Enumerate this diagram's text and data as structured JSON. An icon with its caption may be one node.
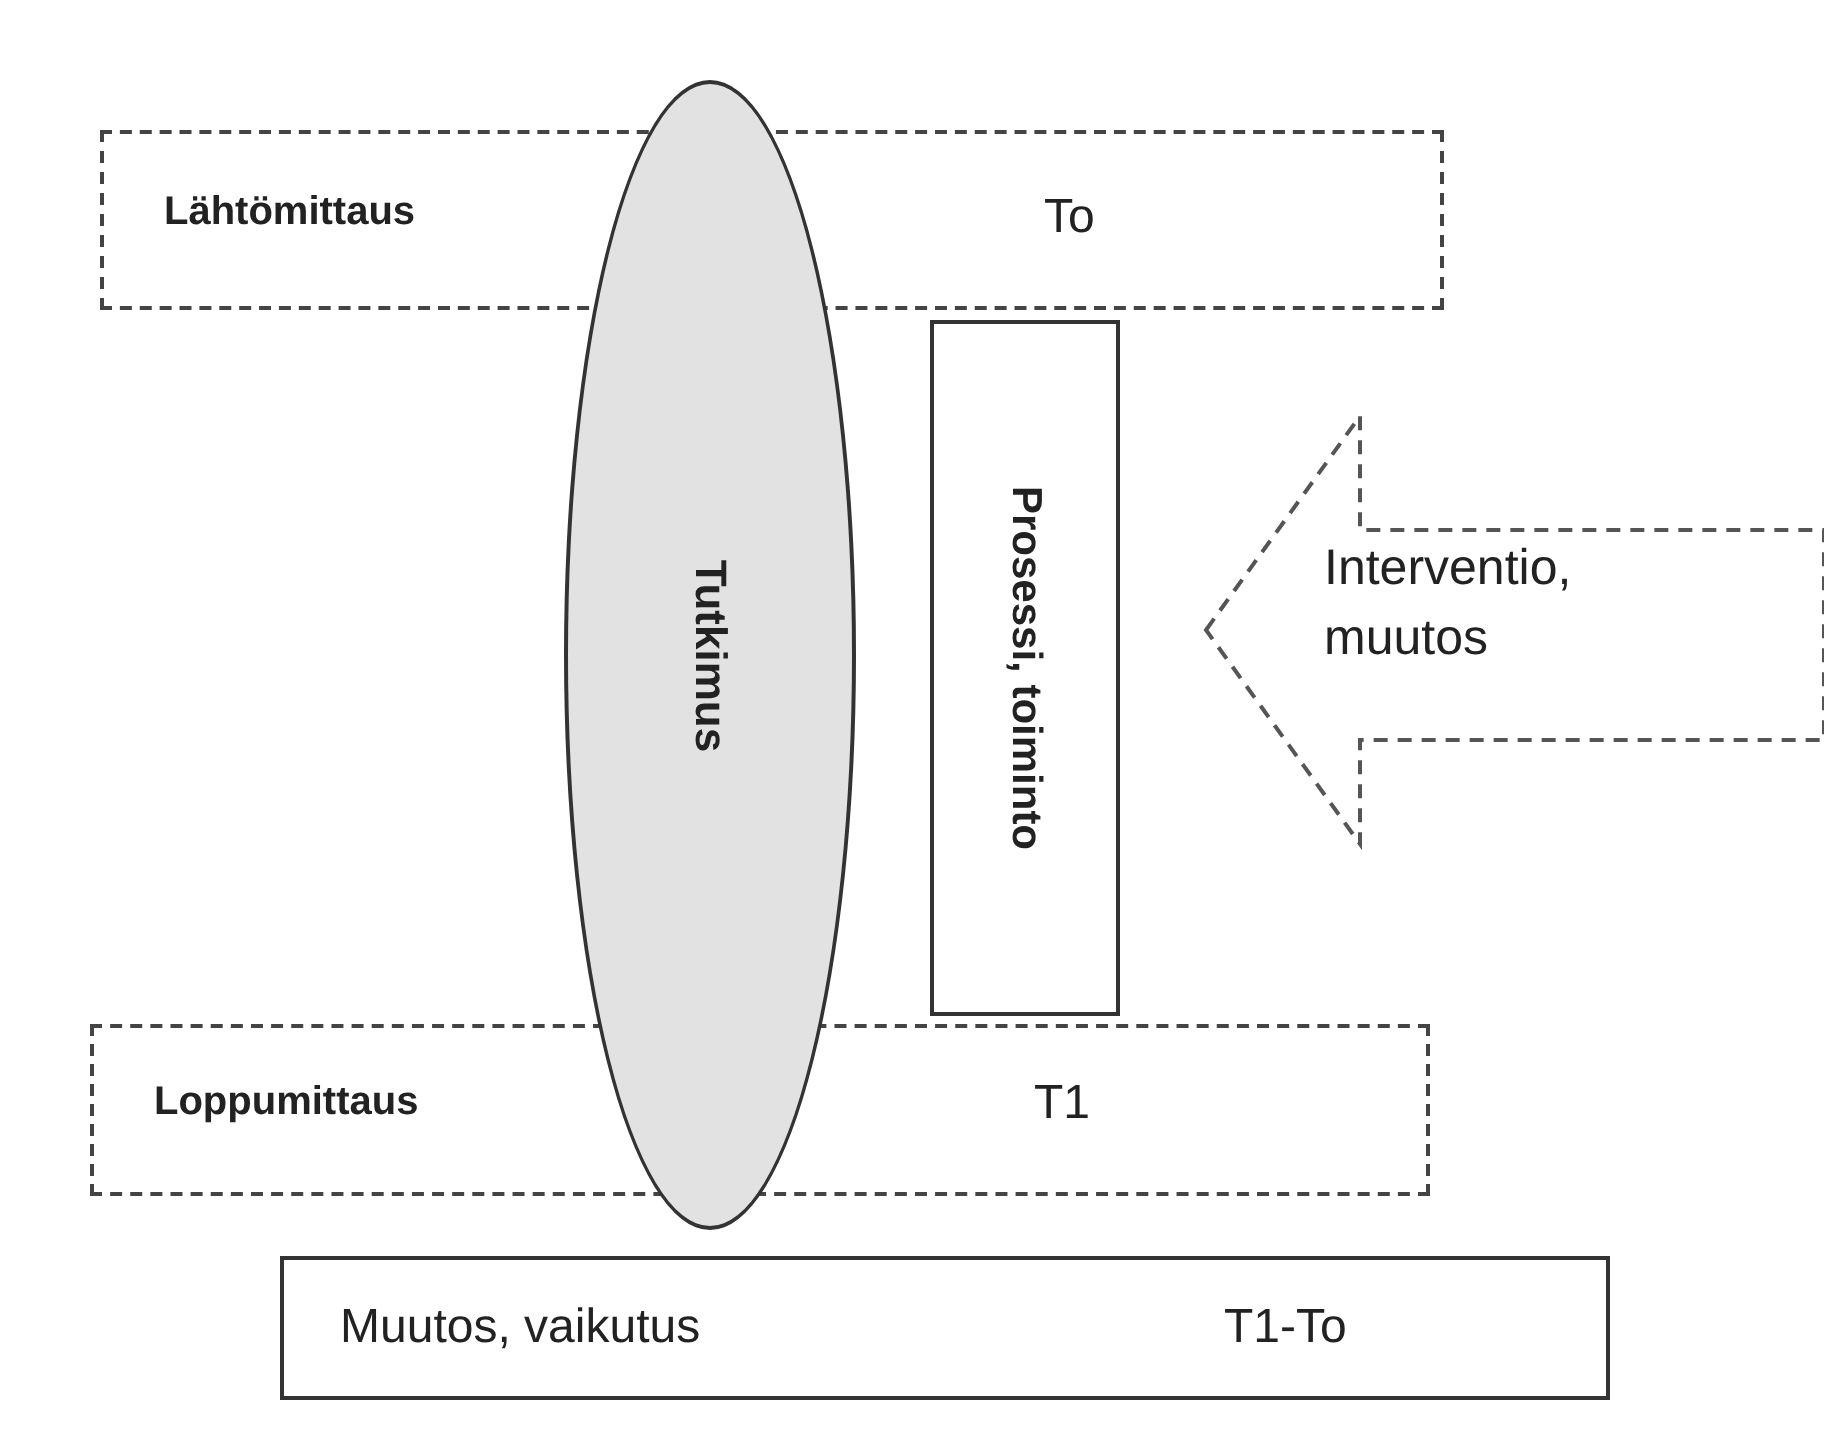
{
  "diagram": {
    "nodes": [
      {
        "text": [
          "Lähtömittaus",
          "To"
        ]
      },
      {
        "text": [
          "Tutkimus"
        ]
      },
      {
        "text": [
          "Prosessi, toiminto"
        ]
      },
      {
        "text": [
          "Interventio, muutos"
        ]
      },
      {
        "text": [
          "Loppumittaus",
          "T1"
        ]
      },
      {
        "text": [
          "Muutos, vaikutus",
          "T1-To"
        ]
      }
    ]
  }
}
